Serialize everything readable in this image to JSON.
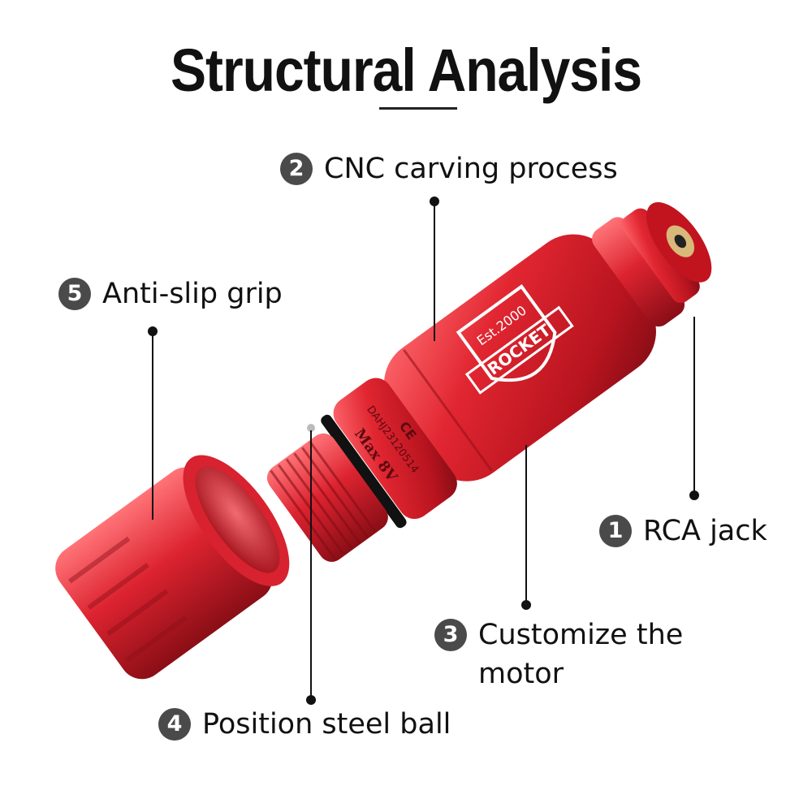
{
  "title": "Structural Analysis",
  "callouts": [
    {
      "number": "1",
      "label": "RCA jack"
    },
    {
      "number": "2",
      "label": "CNC carving process"
    },
    {
      "number": "3",
      "label": "Customize the motor"
    },
    {
      "number": "4",
      "label": "Position steel ball"
    },
    {
      "number": "5",
      "label": "Anti-slip grip"
    }
  ],
  "product_markings": {
    "badge_top": "Est.2000",
    "badge_brand": "ROCKET",
    "voltage": "Max 8V",
    "serial": "DAHJ23120514",
    "cert": "CE"
  },
  "colors": {
    "body_red": "#d81e2a",
    "shadow_red": "#8e0f17",
    "highlight_red": "#ff6a6f",
    "badge_gray": "#4a4a4a"
  }
}
